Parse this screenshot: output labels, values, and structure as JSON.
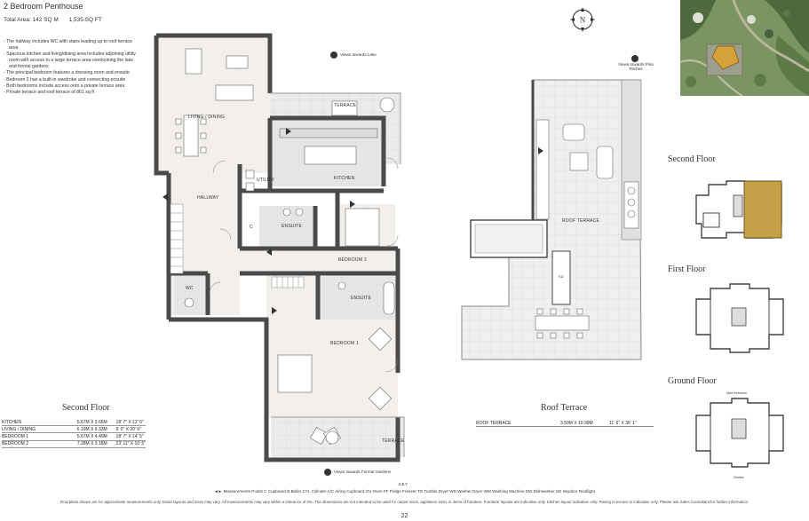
{
  "header": {
    "title": "2 Bedroom Penthouse",
    "total_area_label": "Total Area: 142 SQ M",
    "total_area_ft": "1,535 SQ FT"
  },
  "features": [
    "The hallway includes WC with stairs leading up to roof terrace area",
    "Spacious kitchen and living/dining area includes adjoining utility room with access to a large terrace area overlooking the lake and formal gardens",
    "The principal bedroom features a dressing room and ensuite",
    "Bedroom 2 has a built-in wardrobe and connecting ensuite",
    "Both bedrooms include access onto a private terrace area",
    "Private terrace and roof terrace of 861 sq ft"
  ],
  "plan": {
    "title": "Second Floor",
    "rooms": {
      "living": "LIVING / DINING",
      "terrace_top": "TERRACE",
      "kitchen": "KITCHEN",
      "utility": "UTILITY",
      "hallway": "HALLWAY",
      "ensuite1": "ENSUITE",
      "bedroom2": "BEDROOM 2",
      "wc": "WC",
      "ensuite2": "ENSUITE",
      "bedroom1": "BEDROOM 1",
      "terrace_bottom": "TERRACE",
      "cupboard": "C"
    },
    "views_lake": "Views towards Lake",
    "views_gardens": "Views towards Formal Gardens"
  },
  "dimensions": [
    {
      "room": "KITCHEN",
      "metric": "5.67M X 3.66M",
      "imperial": "18' 7\" X 12' 0\""
    },
    {
      "room": "LIVING / DINING",
      "metric": "6.19M X 6.33M",
      "imperial": "9' 0\" X 20' 9\""
    },
    {
      "room": "BEDROOM 1",
      "metric": "5.67M X 4.40M",
      "imperial": "18' 7\" X 14' 5\""
    },
    {
      "room": "BEDROOM 2",
      "metric": "7.28M X 3.18M",
      "imperial": "23' 11\" X 10' 5\""
    }
  ],
  "roof": {
    "title": "Roof Terrace",
    "room_label": "ROOF TERRACE",
    "views_polo": "Views towards Polo Pitches",
    "dimension": {
      "room": "ROOF TERRACE",
      "metric": "3.50M X 10.99M",
      "imperial": "11' 6\" X 36' 1\""
    },
    "sd": "SD"
  },
  "compass": "N",
  "location_plans": [
    {
      "title": "Second Floor"
    },
    {
      "title": "First Floor"
    },
    {
      "title": "Ground Floor",
      "top_note": "Main Entrance",
      "bottom_note": "Garden"
    }
  ],
  "key": {
    "title": "KEY",
    "line": "◄► Measurements Points   C Cupboard   B Boiler   CYL Cylinder   A/C Airing Cupboard   OV Oven   FF Fridge Freezer   TD Tumble Dryer   WD Washer Dryer   WM Washing Machine   DW Dishwasher   SD Skydoor Rooflight",
    "disclaimer": "Floorplans shown are for approximate measurements only. Exact layouts and sizes may vary. All measurements may vary within a tolerance of 5%. The dimensions are not intended to be used for carpet sizes, appliance sizes or items of furniture. Furniture layouts are indicative only. Kitchen layout indicative only. Paving to terrace is indicative only. Please ask Sales Consultant for further information."
  },
  "page_number": "22",
  "colors": {
    "wall": "#4a4a4a",
    "floor_wood": "#f1eeea",
    "tile": "#e3e3e3",
    "highlight": "#c9a04a"
  }
}
